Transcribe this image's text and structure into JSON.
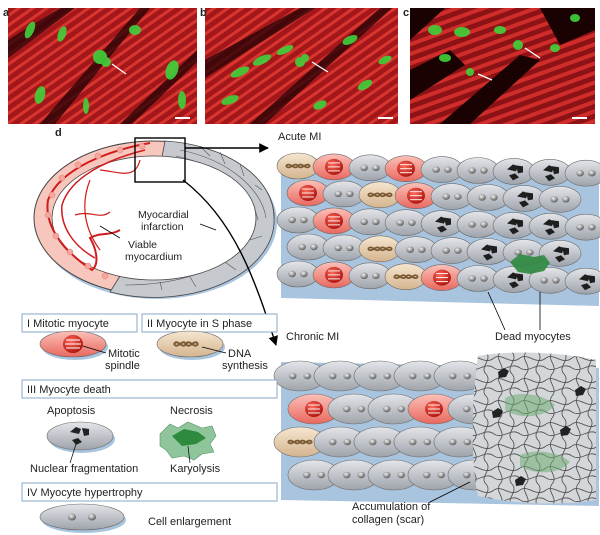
{
  "panels": {
    "a": {
      "letter": "a"
    },
    "b": {
      "letter": "b"
    },
    "c": {
      "letter": "c"
    },
    "d": {
      "letter": "d"
    }
  },
  "heart": {
    "infarction_label": [
      "Myocardial",
      "infarction"
    ],
    "viable_label": [
      "Viable",
      "myocardium"
    ]
  },
  "acute": {
    "title": "Acute MI",
    "dead_label": "Dead myocytes"
  },
  "chronic": {
    "title": "Chronic MI",
    "scar_label": [
      "Accumulation of",
      "collagen (scar)"
    ]
  },
  "legend": {
    "mitotic_title": "I  Mitotic myocyte",
    "mitotic_label": [
      "Mitotic",
      "spindle"
    ],
    "sphase_title": "II  Myocyte in S phase",
    "sphase_label": [
      "DNA",
      "synthesis"
    ],
    "death_title": "III  Myocyte death",
    "apoptosis": "Apoptosis",
    "necrosis": "Necrosis",
    "nuclear_frag": "Nuclear fragmentation",
    "karyolysis": "Karyolysis",
    "hyper_title": "IV  Myocyte hypertrophy",
    "cell_enlargement": "Cell enlargement"
  },
  "colors": {
    "tissue_red": "#b3161b",
    "nucleus_green": "#3fd23a",
    "cell_grey": "#c3c7cd",
    "cell_pink": "#f28a80",
    "cell_tan": "#ead3b4",
    "necrotic_green": "#3d9a4d"
  }
}
